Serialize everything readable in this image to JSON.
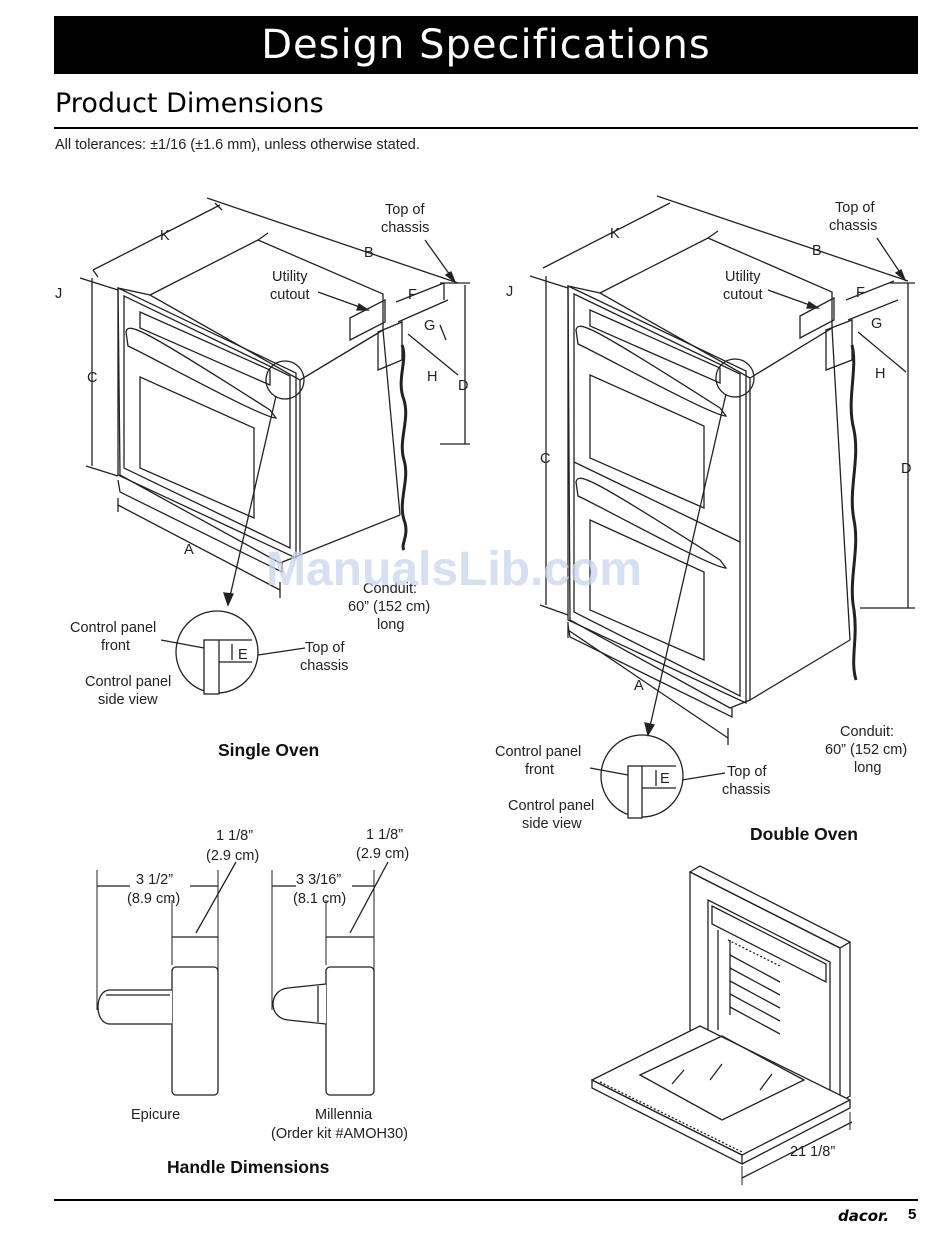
{
  "header": {
    "banner_title": "Design Specifications"
  },
  "section": {
    "title": "Product Dimensions",
    "tolerance_note": "All tolerances: ±1/16 (±1.6 mm), unless otherwise stated."
  },
  "single_oven": {
    "caption": "Single Oven",
    "dimension_letters": {
      "a": "A",
      "b": "B",
      "c": "C",
      "d": "D",
      "e": "E",
      "f": "F",
      "g": "G",
      "h": "H",
      "j": "J",
      "k": "K"
    },
    "top_of_chassis": [
      "Top of",
      "chassis"
    ],
    "utility_cutout": [
      "Utility",
      "cutout"
    ],
    "conduit": [
      "Conduit:",
      "60” (152 cm)",
      "long"
    ],
    "control_panel_front": [
      "Control panel",
      "front"
    ],
    "control_panel_side_view": [
      "Control panel",
      "side view"
    ],
    "detail_top_of_chassis": [
      "Top of",
      "chassis"
    ]
  },
  "double_oven": {
    "caption": "Double Oven",
    "dimension_letters": {
      "a": "A",
      "b": "B",
      "c": "C",
      "d": "D",
      "e": "E",
      "f": "F",
      "g": "G",
      "h": "H",
      "j": "J",
      "k": "K"
    },
    "top_of_chassis": [
      "Top of",
      "chassis"
    ],
    "utility_cutout": [
      "Utility",
      "cutout"
    ],
    "conduit": [
      "Conduit:",
      "60” (152 cm)",
      "long"
    ],
    "control_panel_front": [
      "Control panel",
      "front"
    ],
    "control_panel_side_view": [
      "Control panel",
      "side view"
    ],
    "detail_top_of_chassis": [
      "Top of",
      "chassis"
    ]
  },
  "handles": {
    "caption": "Handle Dimensions",
    "epicure": {
      "name": "Epicure",
      "depth": [
        "3 1/2”",
        "(8.9 cm)"
      ],
      "offset": [
        "1 1/8”",
        "(2.9 cm)"
      ]
    },
    "millennia": {
      "name": "Millennia",
      "kit": "(Order kit #AMOH30)",
      "depth": [
        "3 3/16”",
        "(8.1 cm)"
      ],
      "offset": [
        "1 1/8”",
        "(2.9 cm)"
      ]
    }
  },
  "open_door": {
    "dimension": "21 1/8”"
  },
  "watermark": "ManualsLib.com",
  "footer": {
    "brand": "dacor.",
    "page_number": "5"
  }
}
